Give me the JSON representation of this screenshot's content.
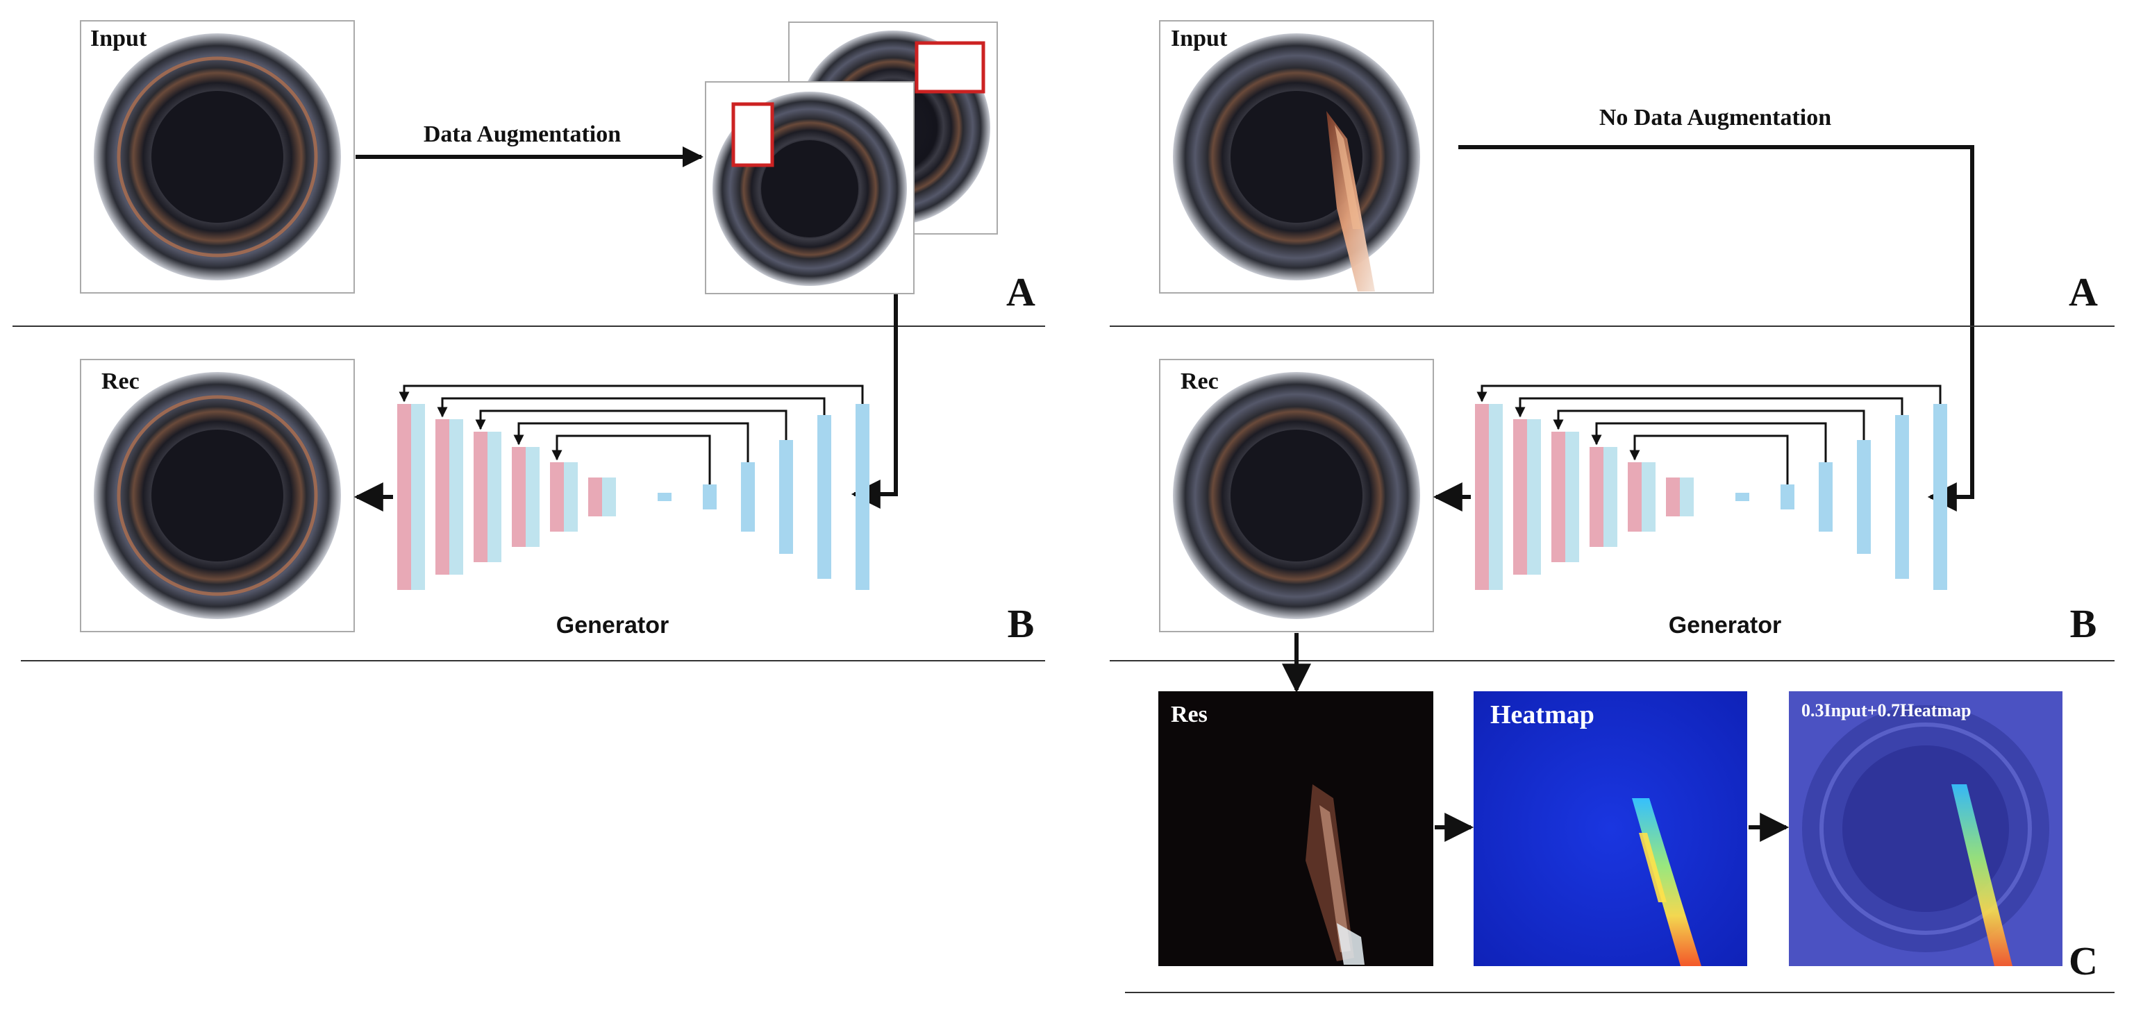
{
  "left": {
    "input_label": "Input",
    "augment_label": "Data Augmentation",
    "section_a": "A",
    "rec_label": "Rec",
    "generator_label": "Generator",
    "section_b": "B"
  },
  "right": {
    "input_label": "Input",
    "augment_label": "No Data Augmentation",
    "section_a": "A",
    "rec_label": "Rec",
    "generator_label": "Generator",
    "section_b": "B",
    "res_label": "Res",
    "heatmap_label": "Heatmap",
    "overlay_label": "0.3Input+0.7Heatmap",
    "section_c": "C"
  },
  "colors": {
    "encoder_pink": "#e8a9b6",
    "encoder_light": "#bfe3ee",
    "decoder_blue": "#a6d6ef",
    "heatmap_blue": "#1530d8",
    "overlay_blue": "#4b52c2",
    "augment_box": "#cc2222"
  }
}
